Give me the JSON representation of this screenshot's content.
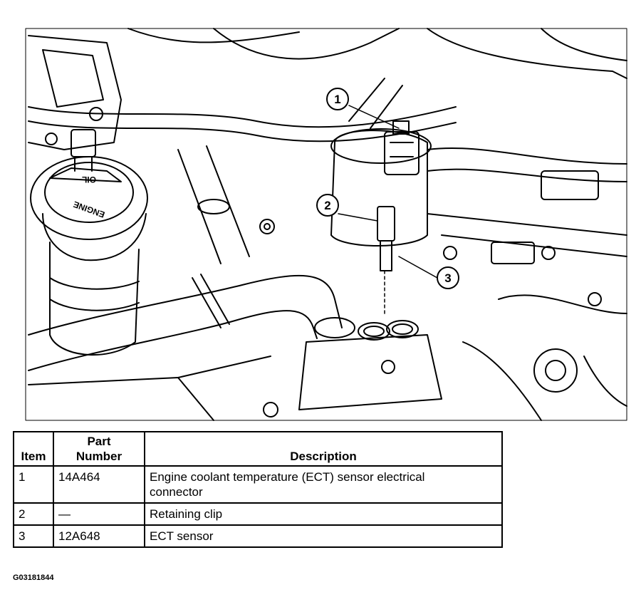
{
  "callouts": {
    "c1": "1",
    "c2": "2",
    "c3": "3"
  },
  "cap_lettering": {
    "top": "OIL",
    "bottom": "ENGINE"
  },
  "table": {
    "headers": {
      "item": "Item",
      "part_number_line1": "Part",
      "part_number_line2": "Number",
      "description": "Description"
    },
    "rows": [
      {
        "item": "1",
        "part_number": "14A464",
        "description_line1": "Engine coolant temperature (ECT) sensor electrical",
        "description_line2": "connector"
      },
      {
        "item": "2",
        "part_number": "—",
        "description_line1": "Retaining clip",
        "description_line2": ""
      },
      {
        "item": "3",
        "part_number": "12A648",
        "description_line1": "ECT sensor",
        "description_line2": ""
      }
    ]
  },
  "figure_id": "G03181844"
}
